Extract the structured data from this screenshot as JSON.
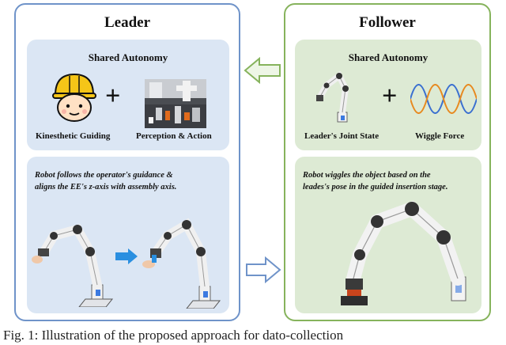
{
  "leader": {
    "title": "Leader",
    "shared_title": "Shared Autonomy",
    "caption_left": "Kinesthetic Guiding",
    "caption_right": "Perception & Action",
    "plus": "+",
    "desc_line1": "Robot follows the operator's guidance &",
    "desc_line2": "aligns the EE's z-axis with assembly axis."
  },
  "follower": {
    "title": "Follower",
    "shared_title": "Shared Autonomy",
    "caption_left": "Leader's Joint State",
    "caption_right": "Wiggle Force",
    "plus": "+",
    "desc_line1": "Robot wiggles the object based on the",
    "desc_line2": "leades's pose in the guided insertion stage."
  },
  "figure_caption": "Fig. 1: Illustration of the proposed approach for dato-collection",
  "colors": {
    "leader_border": "#6f93c9",
    "follower_border": "#86b35c",
    "leader_fill": "#dbe6f4",
    "follower_fill": "#ddead4",
    "wave_blue": "#3a6fd0",
    "wave_orange": "#e7891f"
  },
  "icons": {
    "worker": "worker-with-hard-hat-icon",
    "scene": "robot-workcell-photo",
    "arm": "robot-arm-icon",
    "wave": "sine-wave-icon",
    "arrow_feedback": "left-arrow-icon",
    "arrow_forward": "right-arrow-icon",
    "step_arrow": "blue-right-arrow-icon"
  }
}
